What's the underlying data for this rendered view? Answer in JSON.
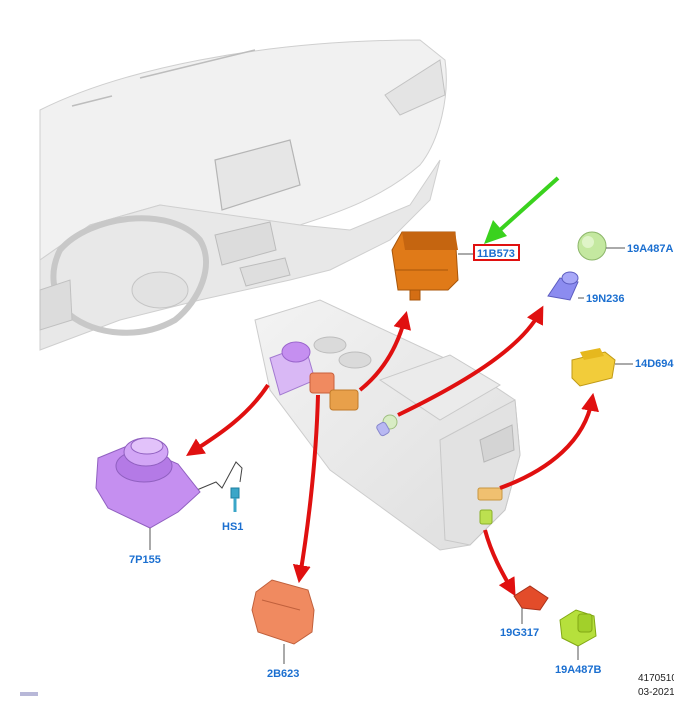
{
  "parts": [
    {
      "id": "11B573",
      "label": "11B573",
      "color": "#e07a18",
      "highlighted": true
    },
    {
      "id": "19A487A",
      "label": "19A487A",
      "color": "#c4e8a0"
    },
    {
      "id": "19N236",
      "label": "19N236",
      "color": "#8c8cf0"
    },
    {
      "id": "14D694",
      "label": "14D694",
      "color": "#f2cc3a"
    },
    {
      "id": "7P155",
      "label": "7P155",
      "color": "#c58ff0"
    },
    {
      "id": "HS1",
      "label": "HS1",
      "color": "#3aa6c8"
    },
    {
      "id": "2B623",
      "label": "2B623",
      "color": "#f08a60"
    },
    {
      "id": "19G317",
      "label": "19G317",
      "color": "#e34c2a"
    },
    {
      "id": "19A487B",
      "label": "19A487B",
      "color": "#b6e03c"
    }
  ],
  "footer": {
    "figure_number": "4170510",
    "date": "03-2021"
  },
  "colors": {
    "label_text": "#1b6fd0",
    "callout_arrow": "#e01010",
    "pointer_arrow": "#3ad21e",
    "highlight_box": "#e01010",
    "dashboard": "#ececec"
  }
}
